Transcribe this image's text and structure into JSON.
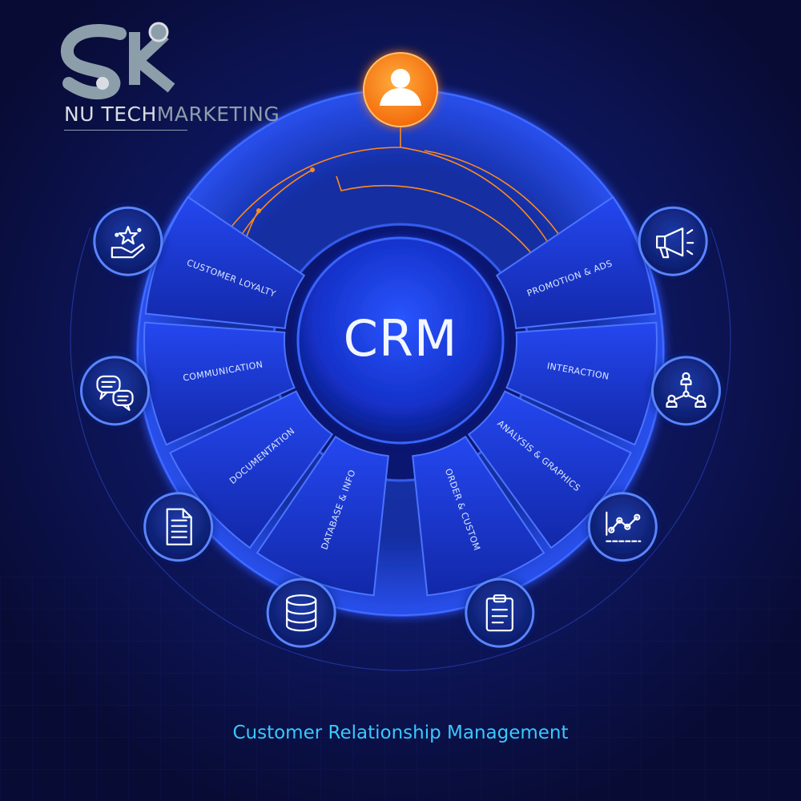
{
  "logo": {
    "mark": "SK",
    "brand_part1": "NU TECH",
    "brand_part2": "MARKETING"
  },
  "center": {
    "title": "CRM"
  },
  "caption": "Customer Relationship Management",
  "segments": [
    {
      "key": "customer-loyalty",
      "label": "CUSTOMER LOYALTY",
      "icon": "hand-stars-icon"
    },
    {
      "key": "communication",
      "label": "COMMUNICATION",
      "icon": "chat-bubbles-icon"
    },
    {
      "key": "documentation",
      "label": "DOCUMENTATION",
      "icon": "document-icon"
    },
    {
      "key": "database-info",
      "label": "DATABASE & INFO",
      "icon": "database-icon"
    },
    {
      "key": "order-custom",
      "label": "ORDER & CUSTOM",
      "icon": "clipboard-icon"
    },
    {
      "key": "analysis-graphics",
      "label": "ANALYSIS & GRAPHICS",
      "icon": "line-graph-icon"
    },
    {
      "key": "interaction",
      "label": "INTERACTION",
      "icon": "people-network-icon"
    },
    {
      "key": "promotion-ads",
      "label": "PROMOTION & ADS",
      "icon": "megaphone-icon"
    }
  ],
  "colors": {
    "background": "#0a0d3a",
    "accent_orange": "#ff8a1c",
    "segment_blue": "#1a36d8",
    "caption_cyan": "#39c8ff"
  }
}
